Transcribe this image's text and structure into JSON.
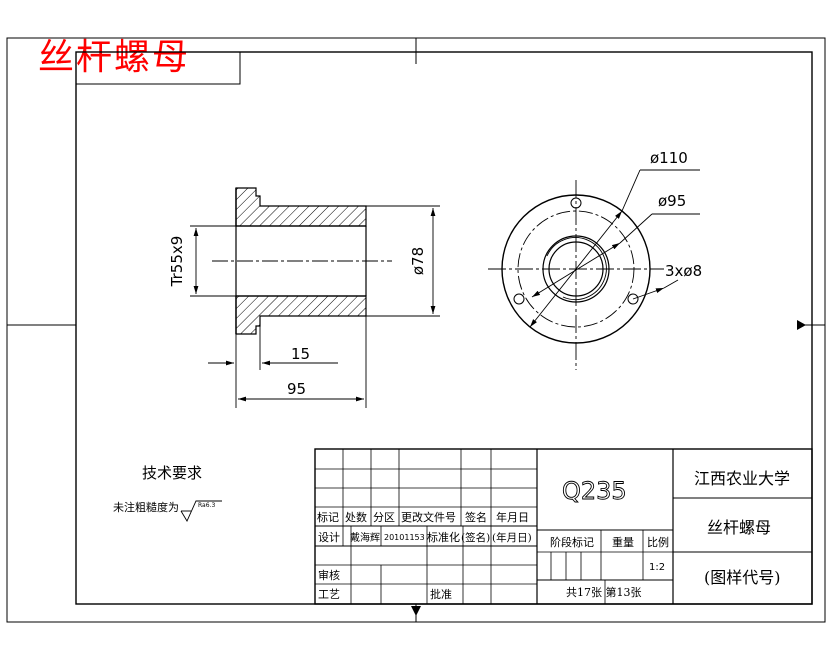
{
  "title": "丝杆螺母",
  "dims": {
    "tr": "Tr55x9",
    "d78": "ø78",
    "d110": "ø110",
    "d95": "ø95",
    "holes": "3xø8",
    "l15": "15",
    "l95": "95"
  },
  "notes": {
    "heading": "技术要求",
    "rough": "未注粗糙度为",
    "ra": "Ra6.3"
  },
  "title_block": {
    "material": "Q235",
    "school": "江西农业大学",
    "part_name": "丝杆螺母",
    "drawing_no": "(图样代号)",
    "labels": {
      "mark": "标记",
      "count": "处数",
      "zone": "分区",
      "change_doc": "更改文件号",
      "sign": "签名",
      "date": "年月日",
      "design": "设计",
      "designer": "戴海辉",
      "student_no": "20101153",
      "standard": "标准化",
      "sign_paren": "(签名)",
      "date_paren": "(年月日)",
      "stage": "阶段标记",
      "weight": "重量",
      "scale": "比例",
      "scale_value": "1:2",
      "review": "审核",
      "process": "工艺",
      "approve": "批准",
      "sheets": "共17张 第13张"
    }
  },
  "colors": {
    "line": "#000000",
    "title": "#ff0000"
  }
}
